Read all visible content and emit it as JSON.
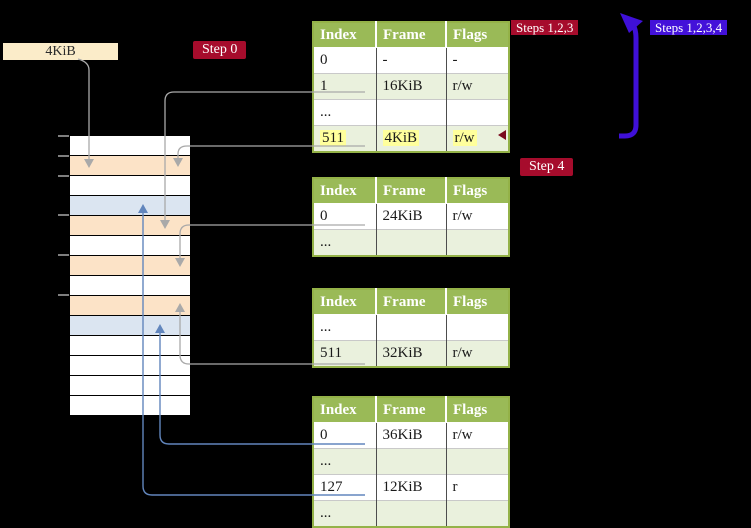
{
  "labels": {
    "page_size": "4KiB",
    "step0": "Step 0",
    "steps123": "Steps 1,2,3",
    "steps1234": "Steps 1,2,3,4",
    "step4": "Step 4"
  },
  "tables": [
    {
      "name": "page-table-level-4",
      "headers": [
        "Index",
        "Frame",
        "Flags"
      ],
      "rows": [
        {
          "cells": [
            "0",
            "-",
            "-"
          ]
        },
        {
          "cells": [
            "1",
            "16KiB",
            "r/w"
          ],
          "underline": "gray"
        },
        {
          "cells": [
            "...",
            "",
            ""
          ]
        },
        {
          "cells": [
            "511",
            "4KiB",
            "r/w"
          ],
          "underline": "gray",
          "highlight": true
        }
      ]
    },
    {
      "name": "page-table-level-3",
      "headers": [
        "Index",
        "Frame",
        "Flags"
      ],
      "rows": [
        {
          "cells": [
            "0",
            "24KiB",
            "r/w"
          ],
          "underline": "gray"
        },
        {
          "cells": [
            "...",
            "",
            ""
          ]
        }
      ]
    },
    {
      "name": "page-table-level-2",
      "headers": [
        "Index",
        "Frame",
        "Flags"
      ],
      "rows": [
        {
          "cells": [
            "...",
            "",
            ""
          ]
        },
        {
          "cells": [
            "511",
            "32KiB",
            "r/w"
          ],
          "underline": "gray"
        }
      ]
    },
    {
      "name": "page-table-level-1",
      "headers": [
        "Index",
        "Frame",
        "Flags"
      ],
      "rows": [
        {
          "cells": [
            "0",
            "36KiB",
            "r/w"
          ],
          "underline": "blue"
        },
        {
          "cells": [
            "...",
            "",
            ""
          ]
        },
        {
          "cells": [
            "127",
            "12KiB",
            "r"
          ],
          "underline": "blue"
        },
        {
          "cells": [
            "...",
            "",
            ""
          ]
        }
      ]
    }
  ],
  "memory": {
    "rows": [
      "white",
      "peach",
      "white",
      "blue",
      "peach",
      "white",
      "peach",
      "white",
      "peach",
      "blue",
      "white",
      "white",
      "white",
      "white"
    ]
  },
  "colors": {
    "background": "#000000",
    "crimson_label": "#a60c2c",
    "blue_label": "#4311d9",
    "label_text": "#ffffff",
    "page_size_label_bg": "#fbecc9",
    "table_header_bg": "#9aba57",
    "table_border": "#94b248",
    "table_row_alt": "#eaf1dd",
    "highlight_yellow": "#ffff9c",
    "frame_white": "#ffffff",
    "frame_peach": "#fce3c7",
    "frame_blue": "#dbe5f1",
    "gray_arrow": "#a9a9a9",
    "blue_arrow_thin": "#6286bd",
    "blue_arrow_thick": "#3f10d8",
    "red_mark": "#7a0a1e"
  }
}
